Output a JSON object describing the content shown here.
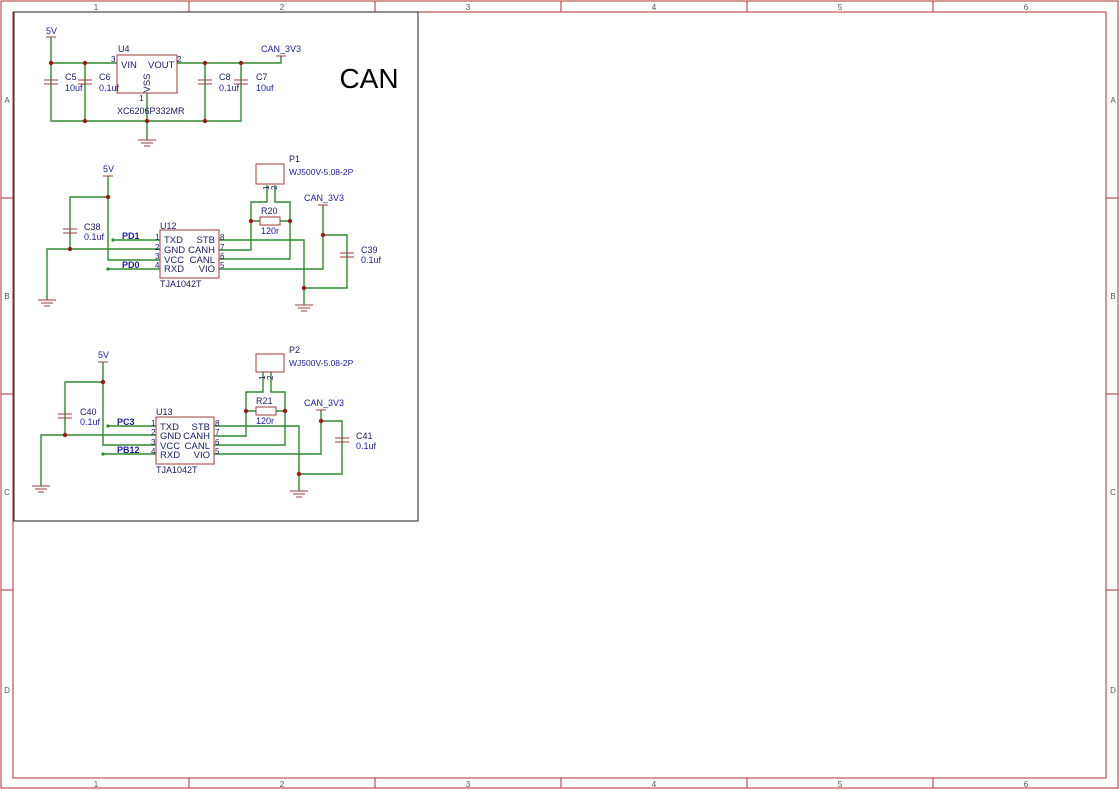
{
  "title": "CAN",
  "frame": {
    "columns": [
      "1",
      "2",
      "3",
      "4",
      "5",
      "6"
    ],
    "rows": [
      "A",
      "B",
      "C",
      "D"
    ]
  },
  "regulator": {
    "ref": "U4",
    "part": "XC6206P332MR",
    "pins": {
      "vin": "VIN",
      "vout": "VOUT",
      "vss": "VSS"
    },
    "pin_numbers": {
      "vin": "3",
      "vout": "2",
      "vss": "1"
    },
    "input_net": "5V",
    "output_net": "CAN_3V3",
    "caps": [
      {
        "ref": "C5",
        "value": "10uf"
      },
      {
        "ref": "C6",
        "value": "0.1uf"
      },
      {
        "ref": "C8",
        "value": "0.1uf"
      },
      {
        "ref": "C7",
        "value": "10uf"
      }
    ]
  },
  "transceivers": [
    {
      "ref": "U12",
      "part": "TJA1042T",
      "pins": [
        "TXD",
        "GND",
        "VCC",
        "RXD",
        "STB",
        "CANH",
        "CANL",
        "VIO"
      ],
      "left_nums": [
        "1",
        "2",
        "3",
        "4"
      ],
      "right_nums": [
        "8",
        "7",
        "6",
        "5"
      ],
      "txd_net": "PD1",
      "rxd_net": "PD0",
      "supply_net": "5V",
      "vio_net": "CAN_3V3",
      "decoupling": {
        "ref": "C38",
        "value": "0.1uf"
      },
      "vio_cap": {
        "ref": "C39",
        "value": "0.1uf"
      },
      "terminator": {
        "ref": "R20",
        "value": "120r"
      },
      "connector": {
        "ref": "P1",
        "part": "WJ500V-5.08-2P",
        "pins": [
          "1",
          "2"
        ]
      }
    },
    {
      "ref": "U13",
      "part": "TJA1042T",
      "pins": [
        "TXD",
        "GND",
        "VCC",
        "RXD",
        "STB",
        "CANH",
        "CANL",
        "VIO"
      ],
      "left_nums": [
        "1",
        "2",
        "3",
        "4"
      ],
      "right_nums": [
        "8",
        "7",
        "6",
        "5"
      ],
      "txd_net": "PC3",
      "rxd_net": "PB12",
      "supply_net": "5V",
      "vio_net": "CAN_3V3",
      "decoupling": {
        "ref": "C40",
        "value": "0.1uf"
      },
      "vio_cap": {
        "ref": "C41",
        "value": "0.1uf"
      },
      "terminator": {
        "ref": "R21",
        "value": "120r"
      },
      "connector": {
        "ref": "P2",
        "part": "WJ500V-5.08-2P",
        "pins": [
          "1",
          "2"
        ]
      }
    }
  ],
  "colors": {
    "wire": "#2e8b2e",
    "component": "#a33a3a",
    "label": "#1a1aa6",
    "frame": "#b03030"
  }
}
